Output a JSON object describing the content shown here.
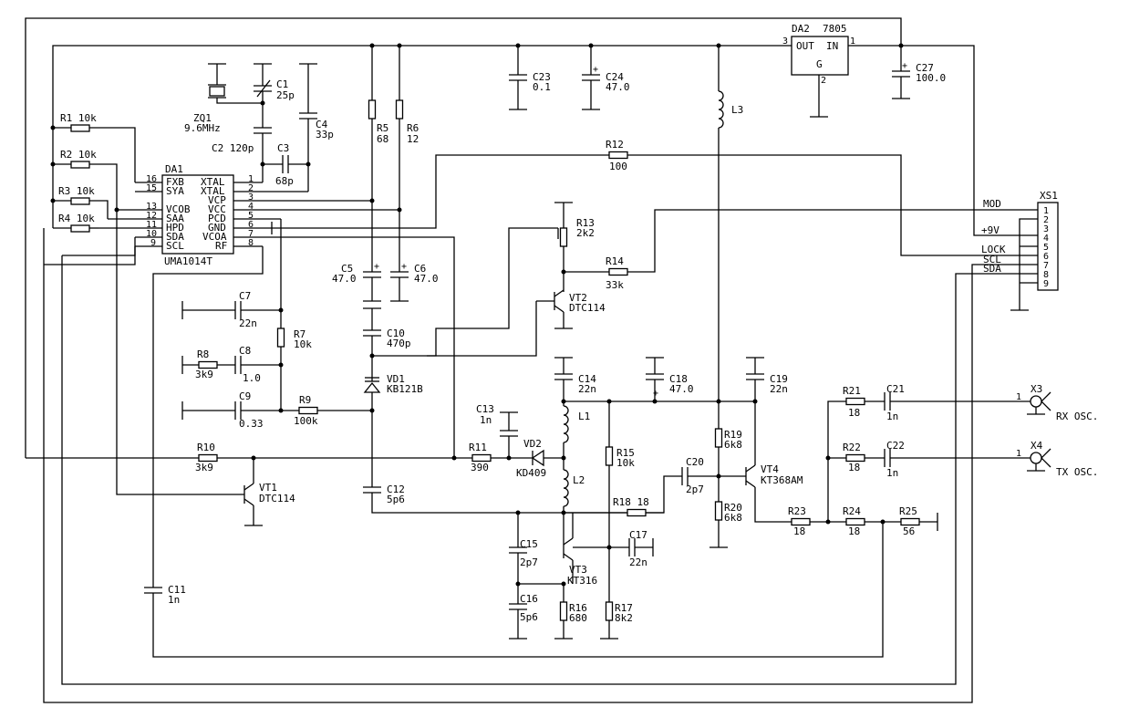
{
  "ic1": {
    "ref": "DA1",
    "part": "UMA1014T",
    "left_pins": [
      {
        "num": "16",
        "name": "FXB"
      },
      {
        "num": "15",
        "name": "SYA"
      },
      {
        "num": "13",
        "name": "VCOB"
      },
      {
        "num": "12",
        "name": "SAA"
      },
      {
        "num": "11",
        "name": "HPD"
      },
      {
        "num": "10",
        "name": "SDA"
      },
      {
        "num": "9",
        "name": "SCL"
      }
    ],
    "right_pins": [
      {
        "num": "1",
        "name": "XTAL"
      },
      {
        "num": "2",
        "name": "XTAL"
      },
      {
        "num": "3",
        "name": "VCP"
      },
      {
        "num": "4",
        "name": "VCC"
      },
      {
        "num": "5",
        "name": "PCD"
      },
      {
        "num": "6",
        "name": "GND"
      },
      {
        "num": "7",
        "name": "VCOA"
      },
      {
        "num": "8",
        "name": "RF"
      }
    ]
  },
  "reg": {
    "ref": "DA2",
    "part": "7805",
    "out": "OUT",
    "in": "IN",
    "g": "G",
    "pin_in": "1",
    "pin_out": "3",
    "pin_g": "2"
  },
  "connector": {
    "ref": "XS1",
    "pins": [
      "1",
      "2",
      "3",
      "4",
      "5",
      "6",
      "7",
      "8",
      "9"
    ],
    "signals": {
      "mod": "MOD",
      "p9v": "+9V",
      "lock": "LOCK",
      "scl": "SCL",
      "sda": "SDA"
    }
  },
  "outputs": [
    {
      "ref": "X3",
      "pin": "1",
      "label": "RX OSC."
    },
    {
      "ref": "X4",
      "pin": "1",
      "label": "TX OSC."
    }
  ],
  "crystal": {
    "ref": "ZQ1",
    "value": "9.6MHz"
  },
  "resistors": {
    "r1": "R1 10k",
    "r2": "R2 10k",
    "r3": "R3 10k",
    "r4": "R4 10k",
    "r5": "R5",
    "r5v": "68",
    "r6": "R6",
    "r6v": "12",
    "r7": "R7",
    "r7v": "10k",
    "r8": "R8",
    "r8v": "3k9",
    "r9": "R9",
    "r9v": "100k",
    "r10": "R10",
    "r10v": "3k9",
    "r11": "R11",
    "r11v": "390",
    "r12": "R12",
    "r12v": "100",
    "r13": "R13",
    "r13v": "2k2",
    "r14": "R14",
    "r14v": "33k",
    "r15": "R15",
    "r15v": "10k",
    "r16": "R16",
    "r16v": "680",
    "r17": "R17",
    "r17v": "8k2",
    "r18": "R18 18",
    "r19": "R19",
    "r19v": "6k8",
    "r20": "R20",
    "r20v": "6k8",
    "r21": "R21",
    "r21v": "18",
    "r22": "R22",
    "r22v": "18",
    "r23": "R23",
    "r23v": "18",
    "r24": "R24",
    "r24v": "18",
    "r25": "R25",
    "r25v": "56"
  },
  "capacitors": {
    "c1": "C1",
    "c1v": "25p",
    "c2": "C2 120p",
    "c3": "C3",
    "c3v": "68p",
    "c4": "C4",
    "c4v": "33p",
    "c5": "C5",
    "c5v": "47.0",
    "c6": "C6",
    "c6v": "47.0",
    "c7": "C7",
    "c7v": "22n",
    "c8": "C8",
    "c8v": "1.0",
    "c9": "C9",
    "c9v": "0.33",
    "c10": "C10",
    "c10v": "470p",
    "c11": "C11",
    "c11v": "1n",
    "c12": "C12",
    "c12v": "5p6",
    "c13": "C13",
    "c13v": "1n",
    "c14": "C14",
    "c14v": "22n",
    "c15": "C15",
    "c15v": "2p7",
    "c16": "C16",
    "c16v": "5p6",
    "c17": "C17",
    "c17v": "22n",
    "c18": "C18",
    "c18v": "47.0",
    "c19": "C19",
    "c19v": "22n",
    "c20": "C20",
    "c20v": "2p7",
    "c21": "C21",
    "c21v": "1n",
    "c22": "C22",
    "c22v": "1n",
    "c23": "C23",
    "c23v": "0.1",
    "c24": "C24",
    "c24v": "47.0",
    "c27": "C27",
    "c27v": "100.0"
  },
  "inductors": {
    "l1": "L1",
    "l2": "L2",
    "l3": "L3"
  },
  "diodes": {
    "vd1": "VD1",
    "vd1v": "KB121B",
    "vd2": "VD2",
    "vd2v": "KD409"
  },
  "transistors": {
    "vt1": "VT1",
    "vt1v": "DTC114",
    "vt2": "VT2",
    "vt2v": "DTC114",
    "vt3": "VT3",
    "vt3v": "KT316",
    "vt4": "VT4",
    "vt4v": "KT368AM"
  }
}
